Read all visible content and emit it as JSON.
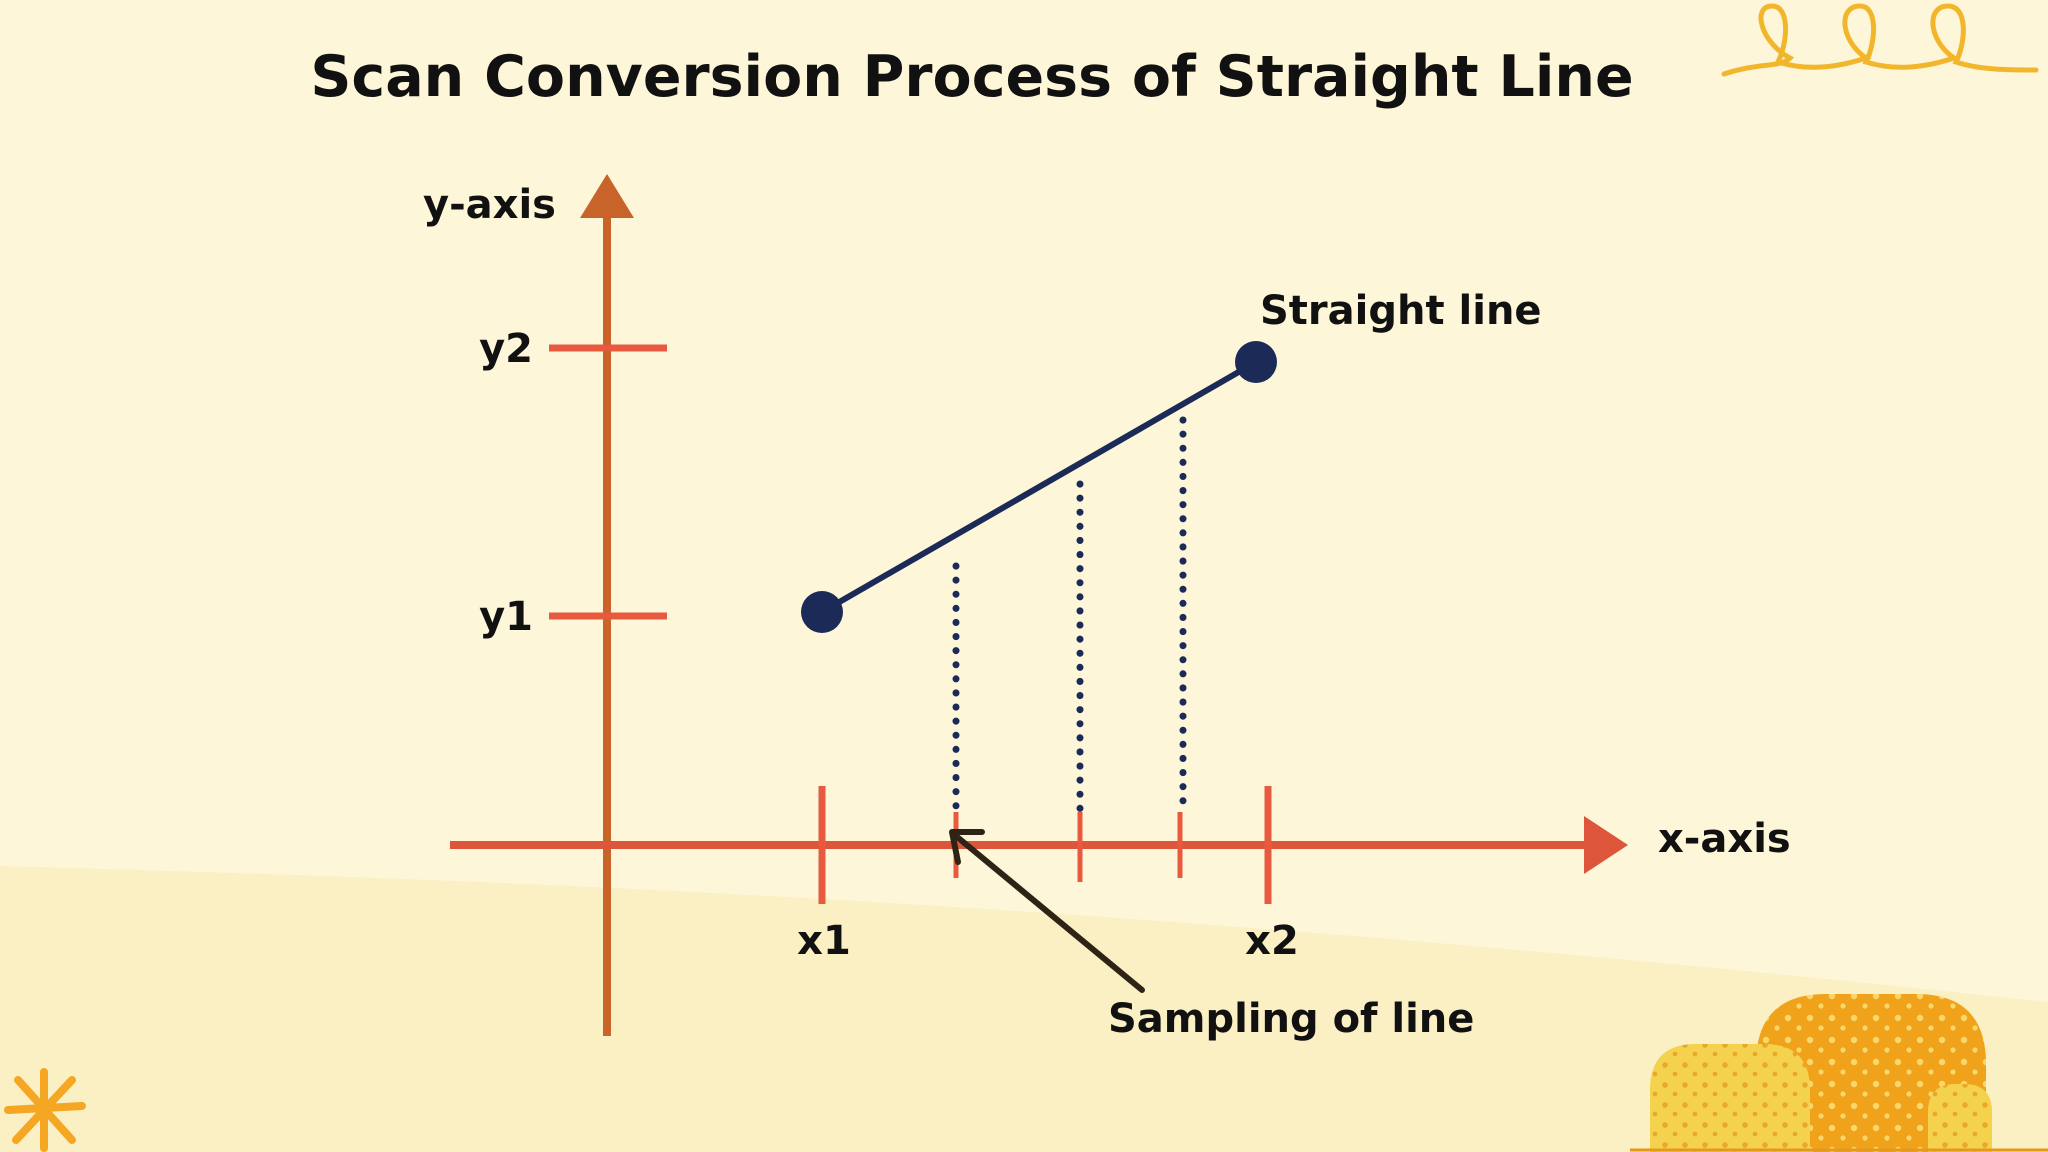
{
  "title": "Scan Conversion Process of Straight Line",
  "labels": {
    "y_axis": "y-axis",
    "x_axis": "x-axis",
    "y1": "y1",
    "y2": "y2",
    "x1": "x1",
    "x2": "x2",
    "straight_line": "Straight line",
    "sampling": "Sampling of line"
  },
  "colors": {
    "background": "#fdf6d8",
    "y_axis": "#c8632a",
    "x_axis": "#dd553b",
    "ticks": "#e85a3f",
    "line": "#1c2a58",
    "endpoints": "#1c2a58",
    "pointer_arrow": "#2e2416",
    "bush_dark": "#f0a21a",
    "bush_light": "#f5d24e",
    "squiggle": "#f2b62c",
    "star": "#f5a623"
  }
}
